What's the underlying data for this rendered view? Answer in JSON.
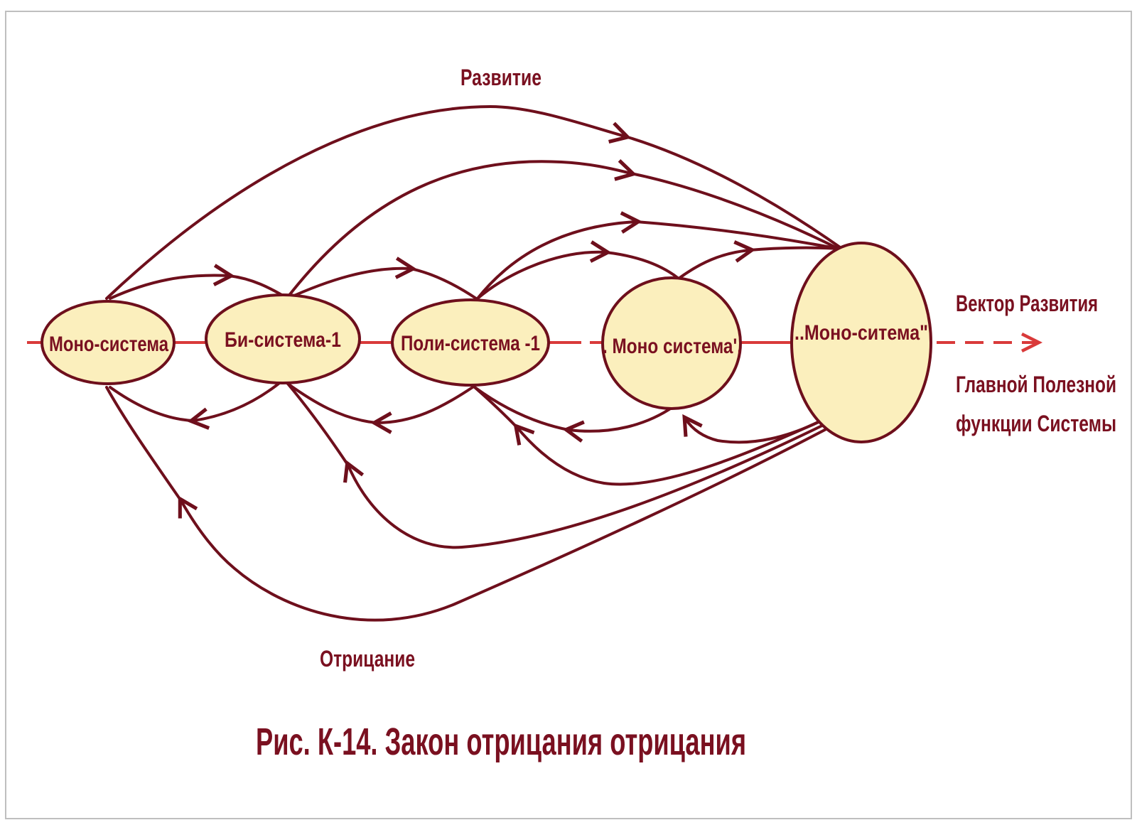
{
  "colors": {
    "background": "#ffffff",
    "frame": "#bfbfbf",
    "curve": "#6e0f1c",
    "axis": "#d93a3a",
    "node_fill": "#fbefbd",
    "node_stroke": "#6e0f1c",
    "text": "#7a1020"
  },
  "nodes": [
    {
      "id": "mono",
      "label": "Моно-система"
    },
    {
      "id": "bi",
      "label": "Би-система-1"
    },
    {
      "id": "poli",
      "label": "Поли-система -1"
    },
    {
      "id": "mono2",
      "label": ". Моно система'."
    },
    {
      "id": "mono3",
      "label": "..Моно-ситема\""
    }
  ],
  "labels": {
    "development": "Развитие",
    "negation": "Отрицание",
    "vector_line1": "Вектор Развития",
    "vector_line2": "Главной Полезной",
    "vector_line3": "функции Системы"
  },
  "caption": "Рис. К-14. Закон отрицания отрицания"
}
